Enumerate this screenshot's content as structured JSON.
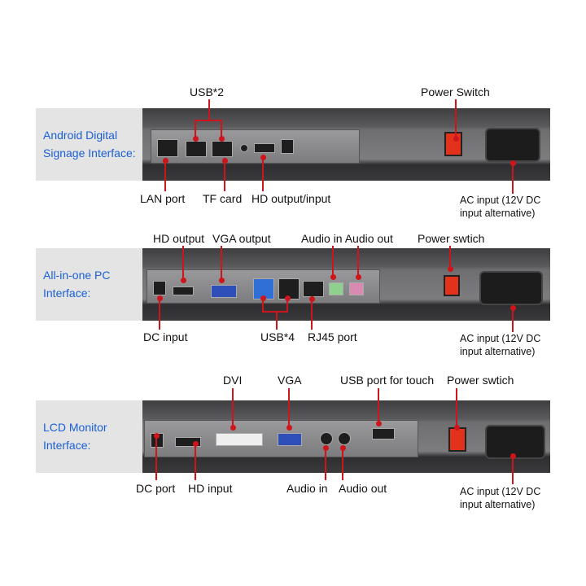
{
  "panels": [
    {
      "title_line1": "Android Digital",
      "title_line2": "Signage Interface:",
      "labels": {
        "usb": "USB*2",
        "power": "Power Switch",
        "lan": "LAN port",
        "tf": "TF card",
        "hd": "HD output/input",
        "ac1": "AC input (12V DC",
        "ac2": "input alternative)"
      }
    },
    {
      "title_line1": "All-in-one PC",
      "title_line2": "Interface:",
      "labels": {
        "hd": "HD output",
        "vga": "VGA output",
        "audio": "Audio in Audio out",
        "power": "Power swtich",
        "dc": "DC input",
        "usb": "USB*4",
        "rj45": "RJ45 port",
        "ac1": "AC input (12V DC",
        "ac2": "input alternative)"
      }
    },
    {
      "title_line1": "LCD Monitor",
      "title_line2": "Interface:",
      "labels": {
        "dvi": "DVI",
        "vga": "VGA",
        "usb": "USB port for touch",
        "power": "Power swtich",
        "dc": "DC port",
        "hd": "HD input",
        "ain": "Audio in",
        "aout": "Audio out",
        "ac1": "AC input (12V DC",
        "ac2": "input alternative)"
      }
    }
  ],
  "colors": {
    "accent": "#d0141b",
    "title": "#1a5fd6"
  }
}
